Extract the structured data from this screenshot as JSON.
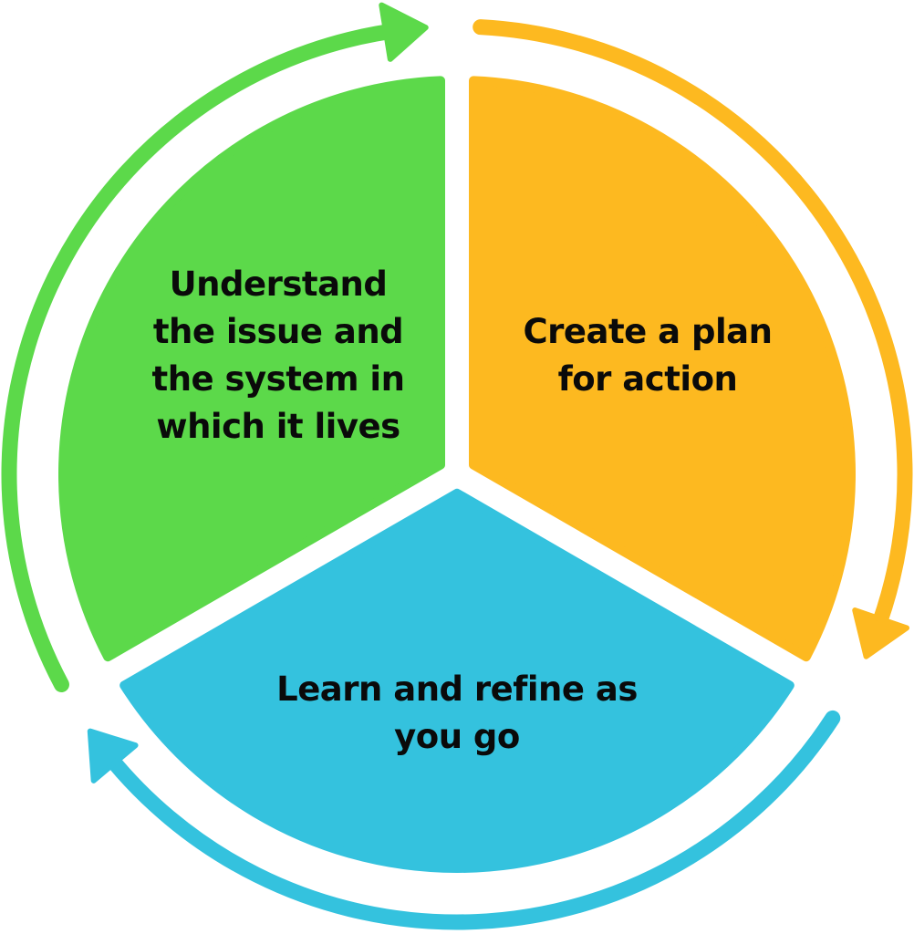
{
  "diagram": {
    "type": "cycle",
    "direction": "clockwise",
    "segments": [
      {
        "id": "understand",
        "color": "#5CD94A",
        "lines": [
          "Understand",
          "the issue and",
          "the system in",
          "which it lives"
        ]
      },
      {
        "id": "plan",
        "color": "#FDB920",
        "lines": [
          "Create a plan",
          "for action"
        ]
      },
      {
        "id": "learn",
        "color": "#34C2DE",
        "lines": [
          "Learn and refine as",
          "you go"
        ]
      }
    ],
    "arrows": [
      {
        "from": "understand",
        "to": "plan",
        "color": "#5CD94A",
        "icon": "arrow-head"
      },
      {
        "from": "plan",
        "to": "learn",
        "color": "#FDB920",
        "icon": "arrow-head"
      },
      {
        "from": "learn",
        "to": "understand",
        "color": "#34C2DE",
        "icon": "arrow-head"
      }
    ]
  }
}
